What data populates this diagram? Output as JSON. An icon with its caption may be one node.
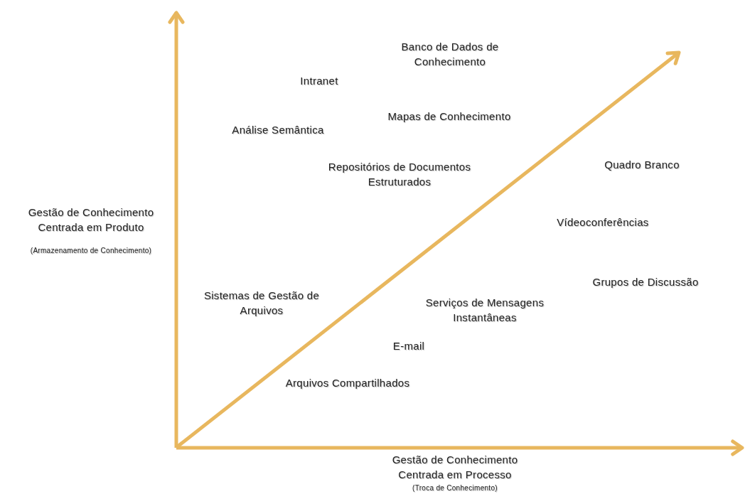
{
  "diagram": {
    "labels": [
      "Banco de Dados de Conhecimento",
      "Intranet",
      "Mapas de Conhecimento",
      "Análise Semântica",
      "Repositórios de Documentos Estruturados",
      "Quadro Branco",
      "Gestão de Conhecimento Centrada em Produto",
      "(Armazenamento de Conhecimento)",
      "Vídeoconferências",
      "Grupos de Discussão",
      "Sistemas de Gestão de Arquivos",
      "Serviços de Mensagens Instantâneas",
      "E-mail",
      "Arquivos Compartilhados",
      "Gestão de Conhecimento Centrada em Processo",
      "(Troca de Conhecimento)"
    ]
  }
}
